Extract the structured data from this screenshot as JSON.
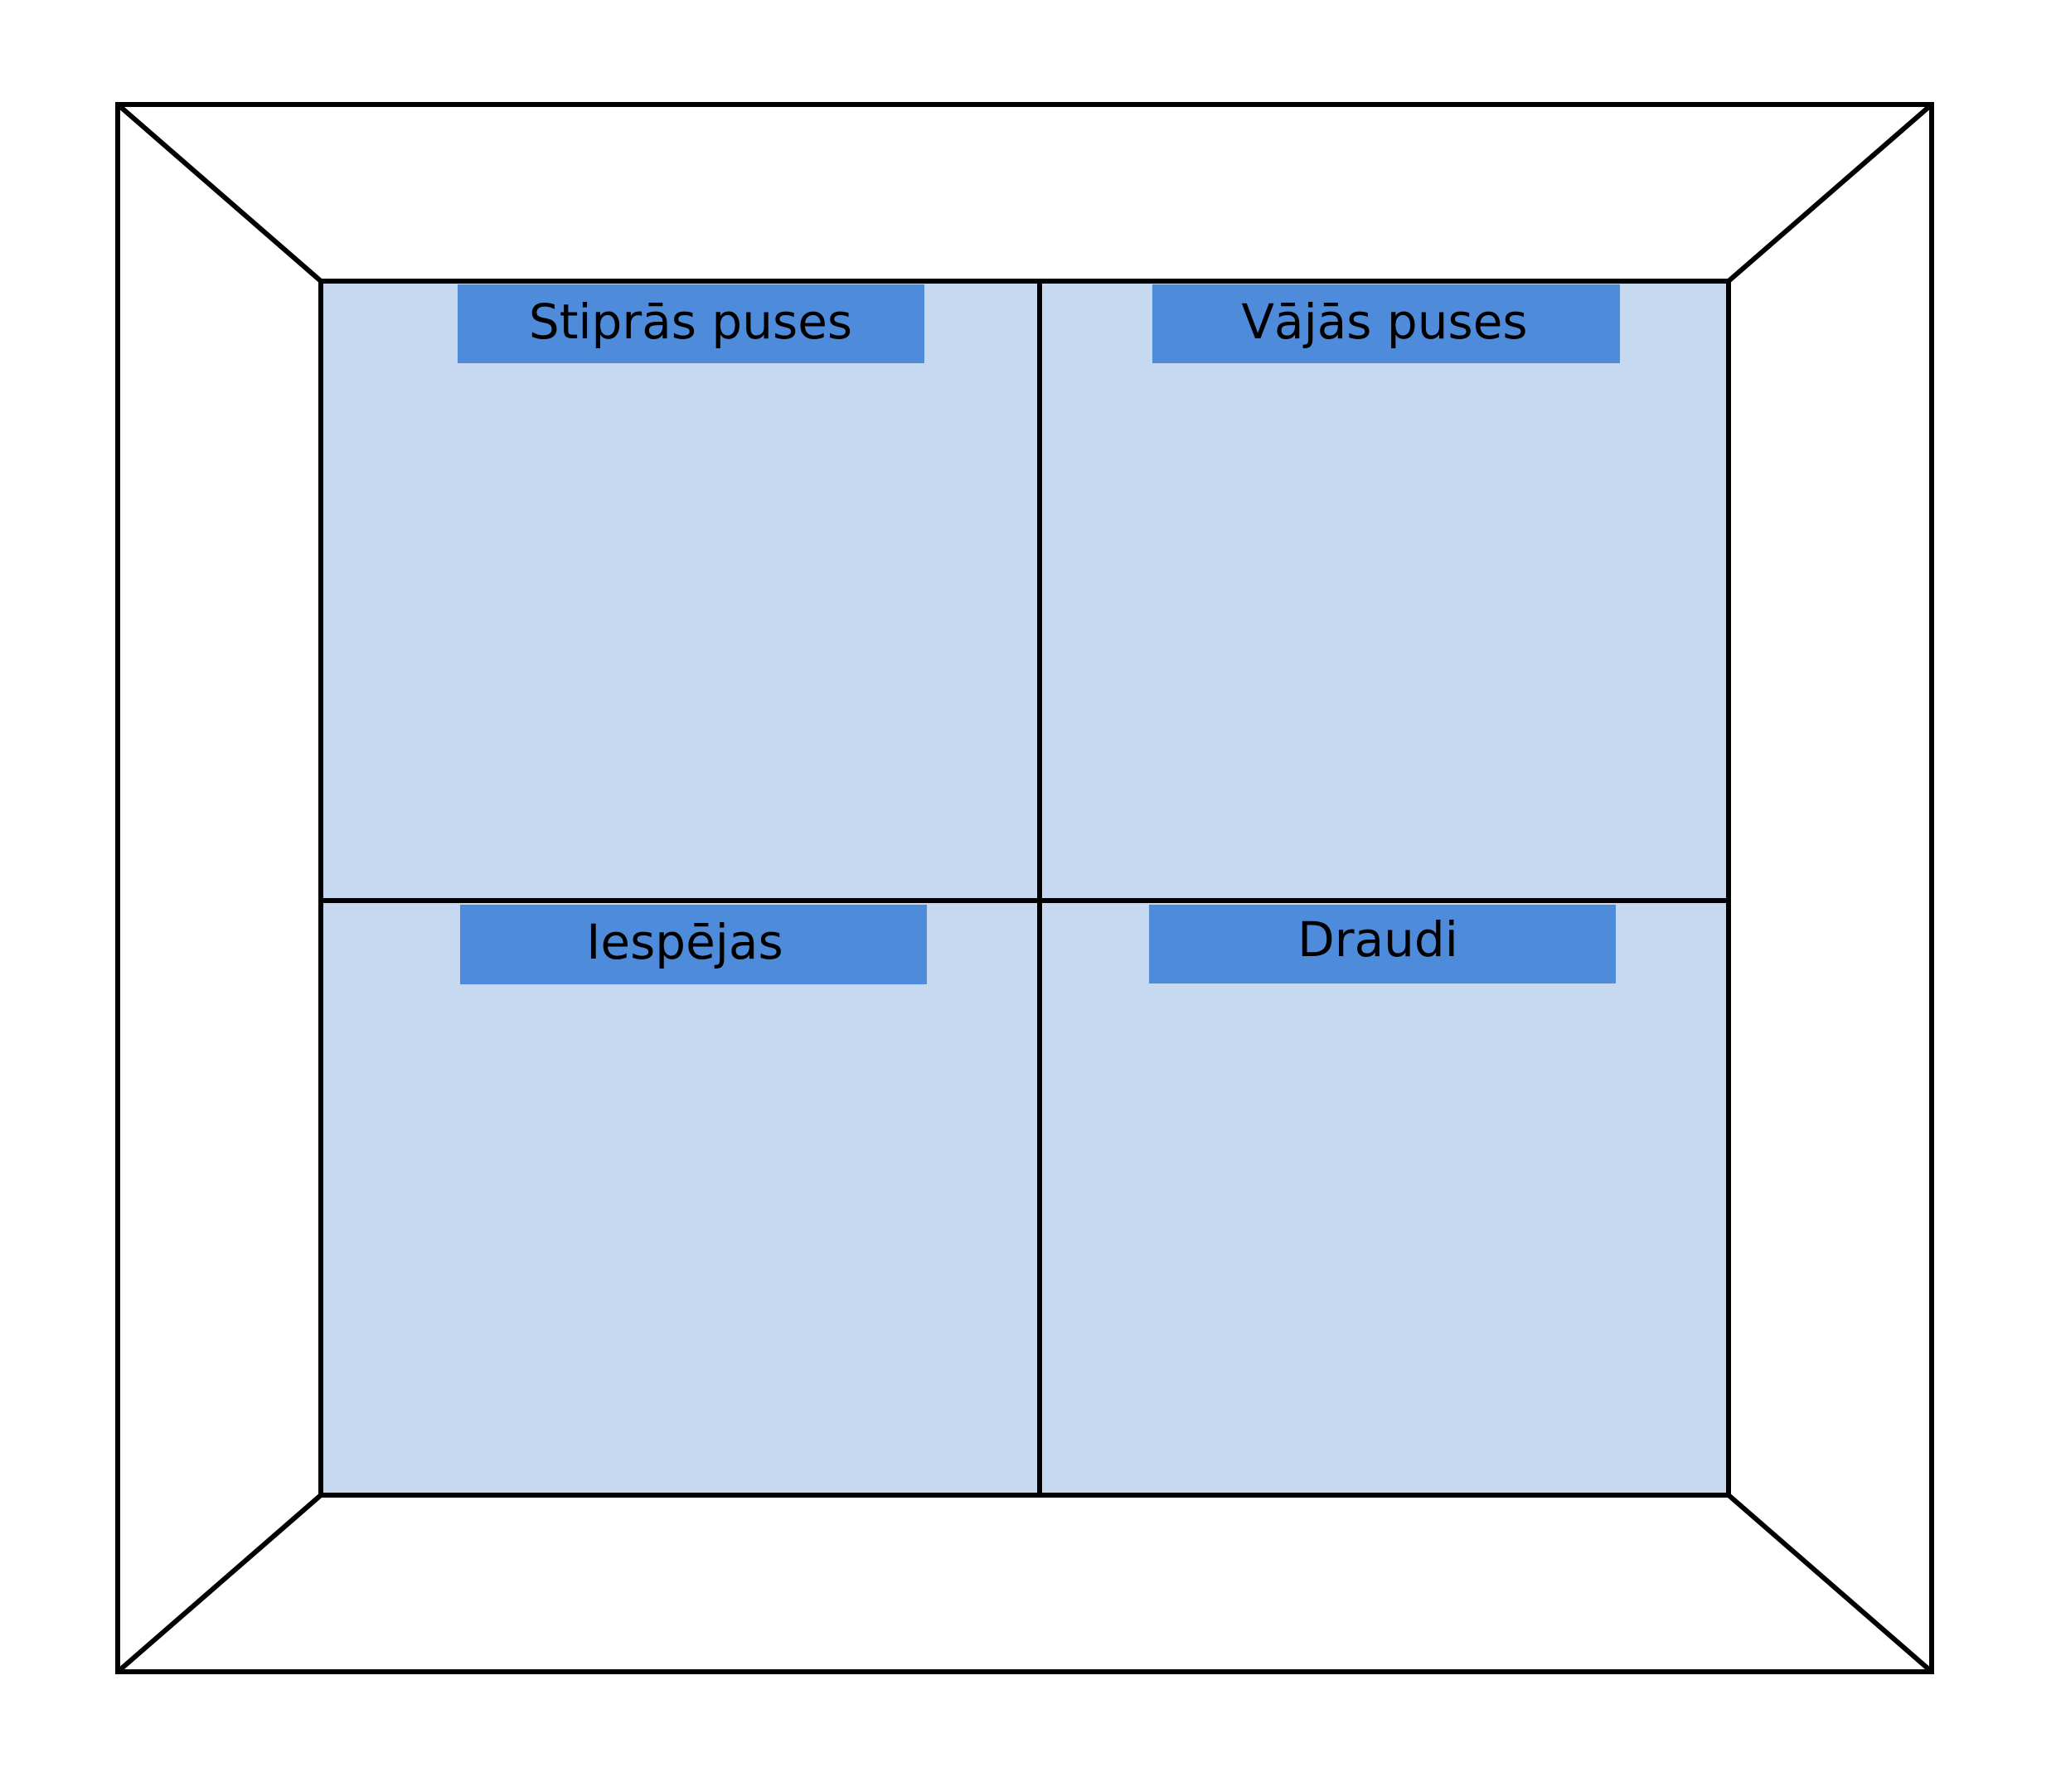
{
  "diagram": {
    "type": "SWOT",
    "colors": {
      "quadrant_fill": "#c6d9f0",
      "label_fill": "#4f8bdb",
      "stroke": "#000000"
    },
    "quadrants": [
      {
        "label": "Stiprās puses"
      },
      {
        "label": "Vājās puses"
      },
      {
        "label": "Iespējas"
      },
      {
        "label": "Draudi"
      }
    ]
  }
}
